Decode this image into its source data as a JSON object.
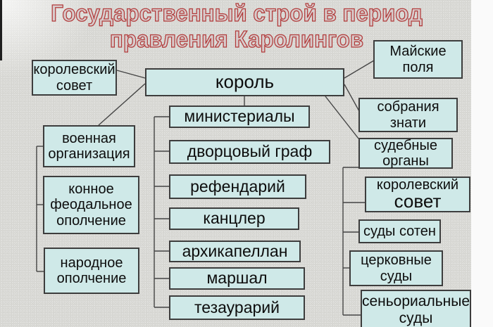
{
  "title": {
    "line1": "Государственный строй в период",
    "line2": "правления Каролингов"
  },
  "nodes": {
    "royal_council_top": {
      "label": "королевский совет"
    },
    "king": {
      "label": "король"
    },
    "may_fields": {
      "label": "Майские поля"
    },
    "nobility_assembly": {
      "label": "собрания знати"
    },
    "military_org": {
      "label": "военная организация"
    },
    "horse_feudal_militia": {
      "label": "конное феодальное ополчение"
    },
    "people_militia": {
      "label": "народное ополчение"
    },
    "ministerials": {
      "label": "министериалы"
    },
    "palace_count": {
      "label": "дворцовый граф"
    },
    "referendary": {
      "label": "рефендарий"
    },
    "chancellor": {
      "label": "канцлер"
    },
    "archchaplain": {
      "label": "архикапеллан"
    },
    "marshal": {
      "label": "маршал"
    },
    "thesaurary": {
      "label": "тезаурарий"
    },
    "judicial_organs": {
      "label": "судебные органы"
    },
    "royal_council_right": {
      "line1": "королевский",
      "line2": "совет"
    },
    "hundred_courts": {
      "label": "суды сотен"
    },
    "church_courts": {
      "label": "церковные суды"
    },
    "seigneurial_courts": {
      "label": "сеньориальные суды"
    }
  },
  "colors": {
    "box_fill": "#cfe9e8",
    "box_border": "#3d3d3d",
    "title_red": "#b23b3b",
    "background": "#d7d7d3"
  }
}
